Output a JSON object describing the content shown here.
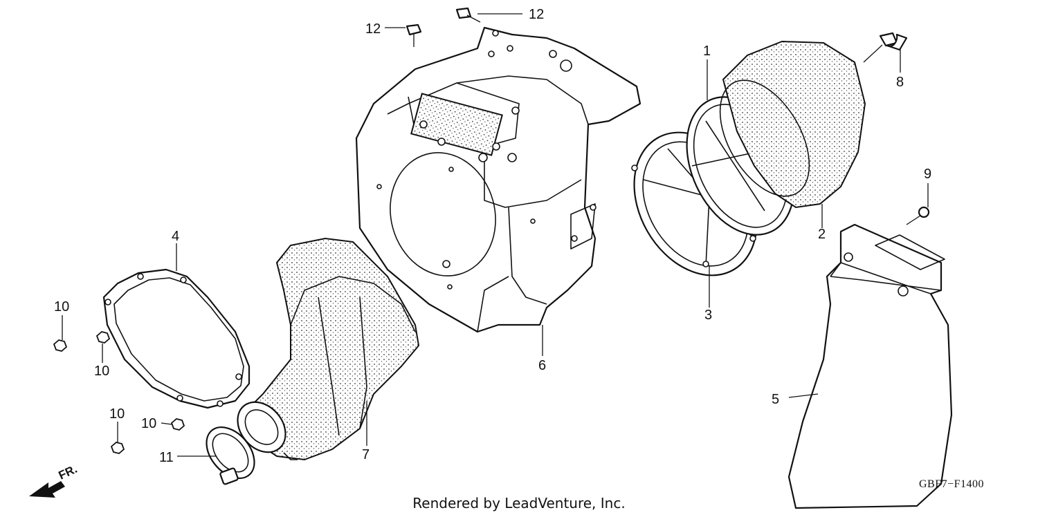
{
  "diagram": {
    "code": "GBF7−F1400",
    "credit": "Rendered by LeadVenture, Inc.",
    "front_indicator": "FR.",
    "callouts": [
      {
        "id": "part-1",
        "label": "1"
      },
      {
        "id": "part-2",
        "label": "2"
      },
      {
        "id": "part-3",
        "label": "3"
      },
      {
        "id": "part-4",
        "label": "4"
      },
      {
        "id": "part-5",
        "label": "5"
      },
      {
        "id": "part-6",
        "label": "6"
      },
      {
        "id": "part-7",
        "label": "7"
      },
      {
        "id": "part-8",
        "label": "8"
      },
      {
        "id": "part-9",
        "label": "9"
      },
      {
        "id": "part-10a",
        "label": "10"
      },
      {
        "id": "part-10b",
        "label": "10"
      },
      {
        "id": "part-10c",
        "label": "10"
      },
      {
        "id": "part-10d",
        "label": "10"
      },
      {
        "id": "part-11",
        "label": "11"
      },
      {
        "id": "part-12a",
        "label": "12"
      },
      {
        "id": "part-12b",
        "label": "12"
      }
    ]
  }
}
